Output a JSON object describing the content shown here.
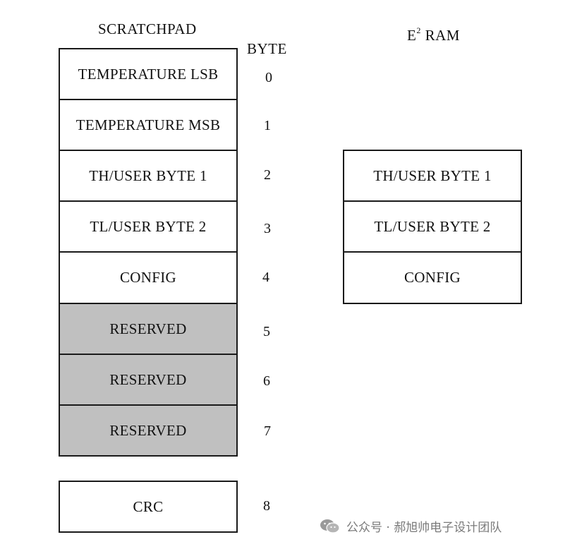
{
  "scratchpad": {
    "title": "SCRATCHPAD",
    "byte_header": "BYTE",
    "rows": [
      {
        "label": "TEMPERATURE LSB",
        "byte": "0",
        "reserved": false
      },
      {
        "label": "TEMPERATURE MSB",
        "byte": "1",
        "reserved": false
      },
      {
        "label": "TH/USER BYTE 1",
        "byte": "2",
        "reserved": false
      },
      {
        "label": "TL/USER BYTE 2",
        "byte": "3",
        "reserved": false
      },
      {
        "label": "CONFIG",
        "byte": "4",
        "reserved": false
      },
      {
        "label": "RESERVED",
        "byte": "5",
        "reserved": true
      },
      {
        "label": "RESERVED",
        "byte": "6",
        "reserved": true
      },
      {
        "label": "RESERVED",
        "byte": "7",
        "reserved": true
      }
    ],
    "crc": {
      "label": "CRC",
      "byte": "8"
    }
  },
  "eeprom": {
    "title_base": "E",
    "title_sup": "2",
    "title_rest": " RAM",
    "rows": [
      {
        "label": "TH/USER BYTE 1"
      },
      {
        "label": "TL/USER BYTE 2"
      },
      {
        "label": "CONFIG"
      }
    ]
  },
  "watermark": {
    "text": "公众号 · 郝旭帅电子设计团队",
    "icon": "wechat-icon"
  },
  "colors": {
    "reserved_fill": "#c0c0c0",
    "border": "#1a1a1a"
  }
}
